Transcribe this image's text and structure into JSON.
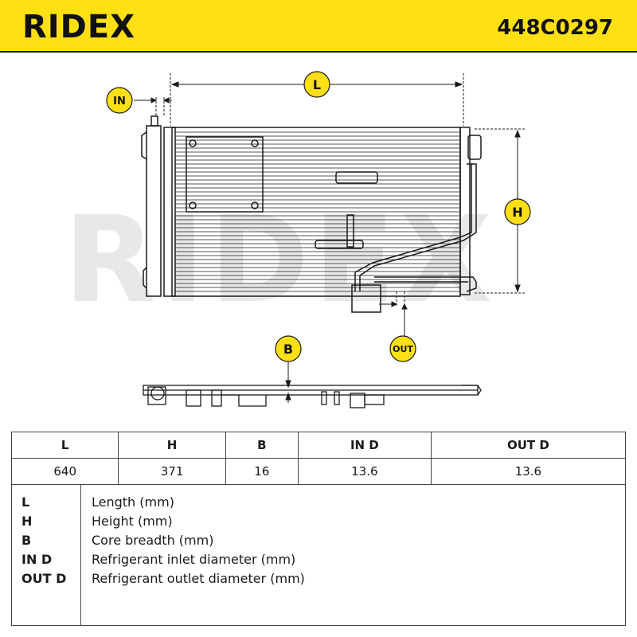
{
  "header": {
    "brand": "RIDEX",
    "part_number": "448C0297"
  },
  "diagram": {
    "labels": {
      "L": "L",
      "H": "H",
      "B": "B",
      "IN": "IN",
      "OUT": "OUT"
    },
    "watermark": "RIDEX"
  },
  "table": {
    "headers": [
      "L",
      "H",
      "B",
      "IN D",
      "OUT D"
    ],
    "values": [
      "640",
      "371",
      "16",
      "13.6",
      "13.6"
    ]
  },
  "legend": [
    {
      "key": "L",
      "desc": "Length (mm)"
    },
    {
      "key": "H",
      "desc": "Height (mm)"
    },
    {
      "key": "B",
      "desc": "Core breadth (mm)"
    },
    {
      "key": "IN D",
      "desc": "Refrigerant inlet diameter (mm)"
    },
    {
      "key": "OUT D",
      "desc": "Refrigerant outlet diameter (mm)"
    }
  ],
  "colors": {
    "brand_yellow": "#ffe014",
    "badge_yellow": "#ffe014",
    "line": "#1a1a1a",
    "watermark": "#e8e8e8"
  }
}
